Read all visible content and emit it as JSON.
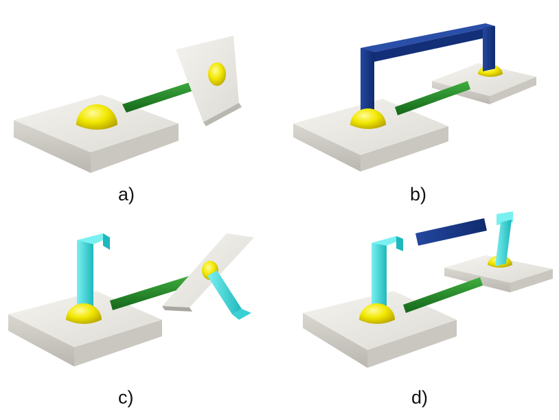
{
  "panels": [
    {
      "label": "a)"
    },
    {
      "label": "b)"
    },
    {
      "label": "c)"
    },
    {
      "label": "d)"
    }
  ],
  "colors": {
    "plate_top": "#ecebe6",
    "plate_side": "#cfcdc6",
    "dome": "#f2e800",
    "link_green": "#1f8a1f",
    "frame_blue": "#1a3a8f",
    "arm_cyan": "#30d6d8"
  }
}
